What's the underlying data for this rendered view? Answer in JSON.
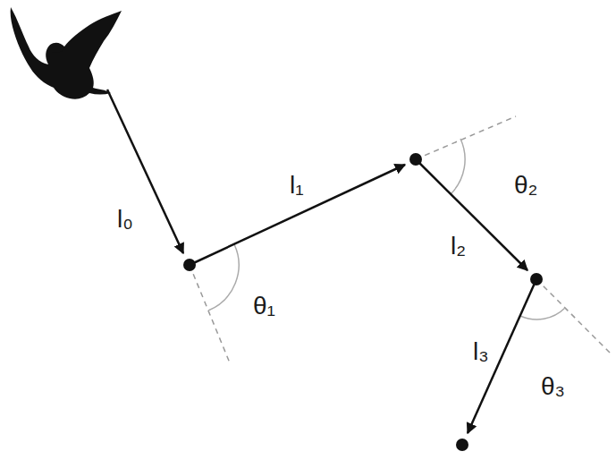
{
  "diagram": {
    "labels": [
      "l₀",
      "l₁",
      "θ₂",
      "l₂",
      "θ₁",
      "l₃",
      "θ₃"
    ]
  }
}
